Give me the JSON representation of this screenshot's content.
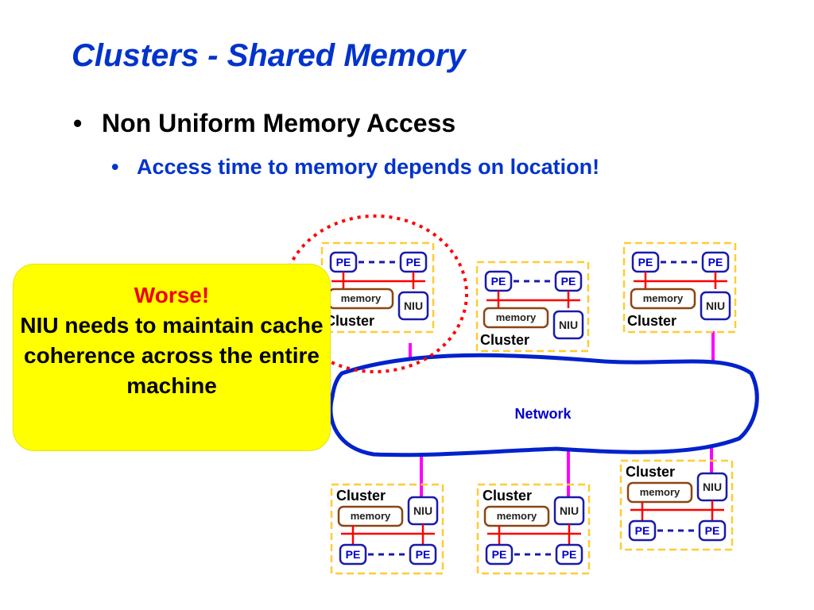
{
  "title": "Clusters - Shared Memory",
  "bullets": {
    "level1": "Non Uniform Memory Access",
    "level2": "Access time to memory depends on location!"
  },
  "diagram": {
    "network_label": "Network",
    "cluster_label": "Cluster",
    "memory_label": "memory",
    "niu_label": "NIU",
    "pe_label": "PE",
    "colors": {
      "cluster_border": "#ffcc33",
      "node_border": "#1a1aaa",
      "pe_text": "#0000cc",
      "memory_border": "#8b4513",
      "bus": "#ff0000",
      "link": "#ff00ff",
      "network_border": "#0022cc",
      "network_text": "#0000cc",
      "highlight": "#ff0000"
    }
  },
  "callout": {
    "headline": "Worse!",
    "text": "NIU needs to maintain cache coherence across the entire machine",
    "background": "#ffff00"
  }
}
